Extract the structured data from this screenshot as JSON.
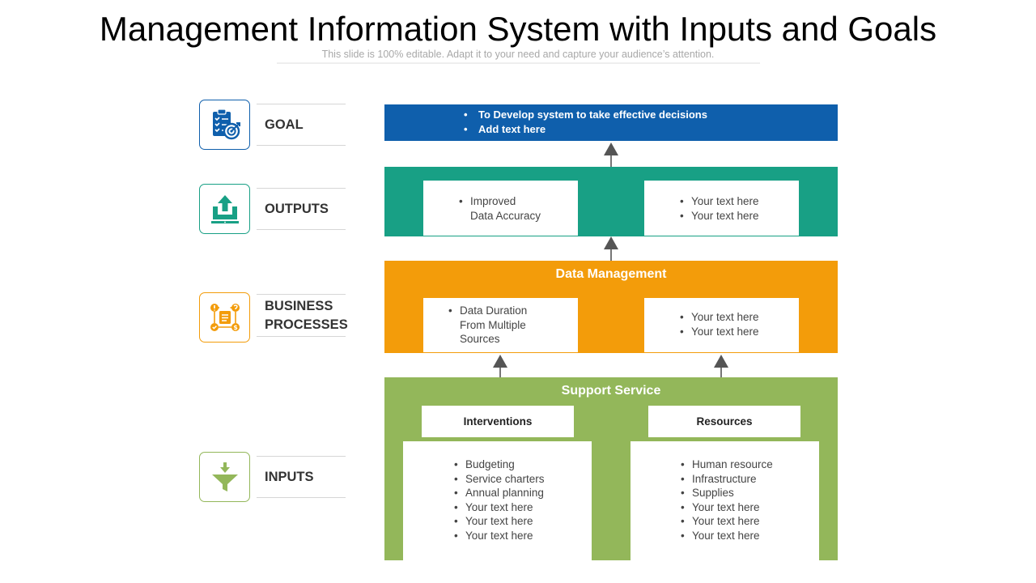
{
  "title": "Management Information System with Inputs and Goals",
  "subtitle": "This slide is 100% editable. Adapt it to your need and capture your audience’s attention.",
  "colors": {
    "goal": "#0f5fac",
    "outputs": "#18a085",
    "business": "#f39c0a",
    "inputs": "#93b75a",
    "arrow": "#555555"
  },
  "categories": [
    {
      "label": "GOAL",
      "icon": "goal-checklist-icon"
    },
    {
      "label": "OUTPUTS",
      "icon": "upload-tray-icon"
    },
    {
      "label": "BUSINESS\nPROCESSES",
      "icon": "process-flow-icon"
    },
    {
      "label": "INPUTS",
      "icon": "funnel-icon"
    }
  ],
  "goal": {
    "items": [
      "To Develop system to take effective decisions",
      "Add text here"
    ]
  },
  "outputs": {
    "left_items": [
      "Improved\nData Accuracy"
    ],
    "right_items": [
      "Your text here",
      "Your text here"
    ]
  },
  "data_management": {
    "title": "Data Management",
    "left_items": [
      "Data Duration\nFrom Multiple\nSources"
    ],
    "right_items": [
      "Your text here",
      "Your text here"
    ]
  },
  "support_service": {
    "title": "Support Service",
    "left_head": "Interventions",
    "right_head": "Resources",
    "left_items": [
      "Budgeting",
      "Service charters",
      "Annual planning",
      "Your text here",
      "Your text here",
      "Your text here"
    ],
    "right_items": [
      "Human resource",
      "Infrastructure",
      "Supplies",
      "Your text here",
      "Your text here",
      "Your text here"
    ]
  }
}
